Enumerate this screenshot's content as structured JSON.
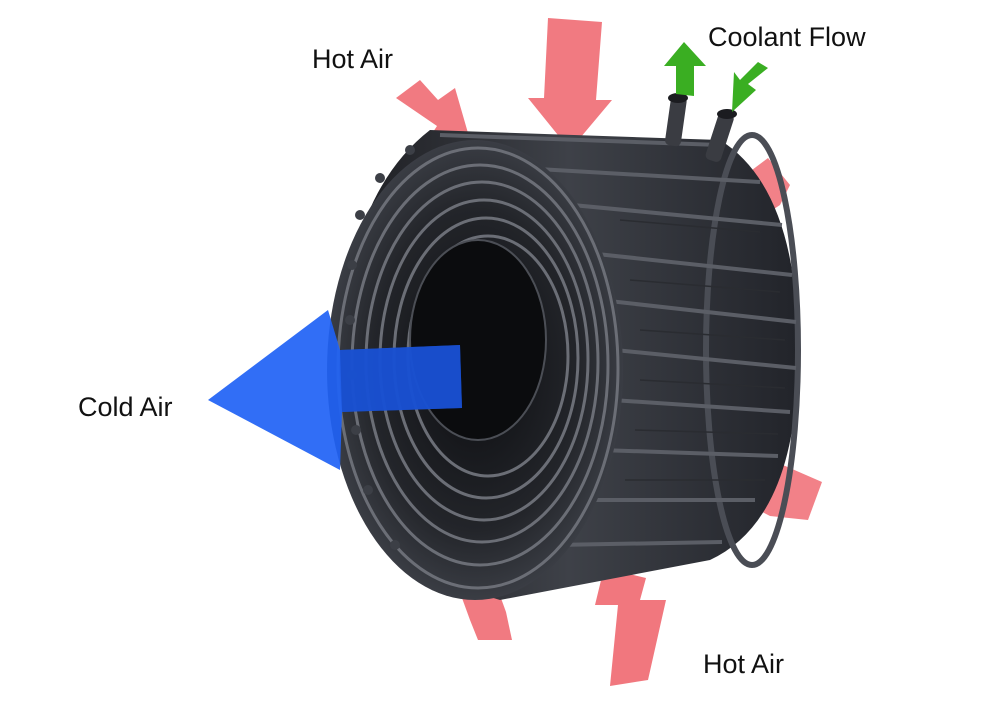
{
  "labels": {
    "hot_air_top": "Hot Air",
    "coolant_flow": "Coolant Flow",
    "cold_air": "Cold Air",
    "hot_air_bottom": "Hot Air"
  },
  "colors": {
    "hot_air": "#f06b73",
    "cold_air": "#1f62f5",
    "coolant": "#3aae22",
    "metal": "#2c2e33",
    "background": "#ffffff"
  }
}
